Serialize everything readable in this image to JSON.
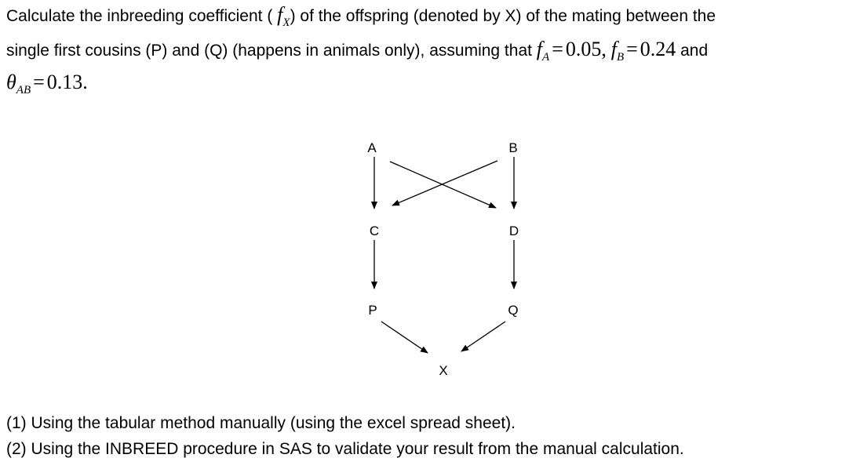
{
  "problem": {
    "line1_prefix": "Calculate the inbreeding coefficient ( ",
    "fx_symbol": "f",
    "fx_sub": "X",
    "line1_suffix": ") of the offspring (denoted by X) of the mating between the",
    "line2_prefix": "single first cousins (P) and (Q) (happens in animals only), assuming that ",
    "fa_symbol": "f",
    "fa_sub": "A",
    "fa_value": "0.05,",
    "fb_symbol": "f",
    "fb_sub": "B",
    "fb_value": "0.24",
    "line2_and": " and",
    "theta_symbol": "θ",
    "theta_sub": "AB",
    "theta_value": "0.13.",
    "equals": "="
  },
  "pedigree": {
    "nodes": {
      "A": "A",
      "B": "B",
      "C": "C",
      "D": "D",
      "P": "P",
      "Q": "Q",
      "X": "X"
    }
  },
  "questions": [
    "(1) Using the tabular method manually (using the excel spread sheet).",
    "(2) Using the INBREED procedure in SAS to validate your result from the manual calculation."
  ]
}
